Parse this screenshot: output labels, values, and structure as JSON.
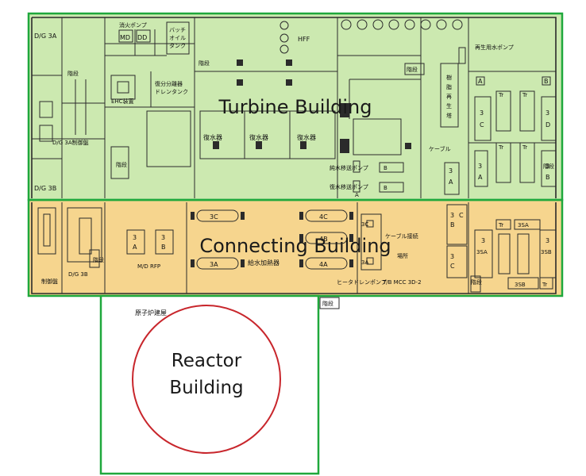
{
  "zones": {
    "turbine": {
      "title": "Turbine Building",
      "fill": "#cce9b0",
      "stroke": "#1fa83c"
    },
    "connecting": {
      "title": "Connecting Building",
      "fill": "#f6d58e",
      "stroke": "#1fa83c"
    },
    "reactor": {
      "title_line1": "Reactor",
      "title_line2": "Building",
      "stroke": "#1fa83c",
      "circle": "#c8262c"
    }
  },
  "labels": {
    "dg3a": "D/G 3A",
    "fire_pump": "消火ポンプ",
    "md": "MD",
    "dd": "DD",
    "batch_oil_1": "バッチ",
    "batch_oil_2": "オイル",
    "batch_oil_3": "タンク",
    "hff": "HFF",
    "regen_pump": "再生用水ポンプ",
    "stairs": "階段",
    "ehc": "EHC装置",
    "drain_1": "復分分離器",
    "drain_2": "ドレンタンク",
    "resin_1": "樹",
    "resin_2": "脂",
    "resin_3": "再",
    "resin_4": "生",
    "resin_5": "塔",
    "dg3a_panel": "D/G 3A制御盤",
    "condenser_1": "復水器",
    "condenser_2": "復水器",
    "condenser_3": "復水器",
    "cable": "ケーブル",
    "transfer_pump_1": "純水移送ポンプ",
    "transfer_pump_2": "復水移送ポンプ",
    "dg3b": "D/G 3B",
    "dg3b_panel_1": "D/G 3B",
    "dg3b_panel_2": "制御盤",
    "heater_3c": "3C",
    "heater_4c": "4C",
    "heater_4b": "4B",
    "heater_3a": "3A",
    "heater_4a": "4A",
    "feedwater_heater": "給水加熱器",
    "heater_drain_pump": "ヒータドレンポンプ",
    "md_rfp": "M/D RFP",
    "cable_tray_1": "ケーブル接続",
    "cable_tray_2": "場所",
    "tb_mcc": "T/B MCC 3D-2",
    "tr": "Tr",
    "sa3": "3SA",
    "sb3": "3SB",
    "a_lbl": "A",
    "b_lbl": "B",
    "c_lbl": "C",
    "d_lbl": "D",
    "three": "3",
    "reactor_handwritten": "原子炉建屋",
    "stairs_outside": "階段"
  }
}
